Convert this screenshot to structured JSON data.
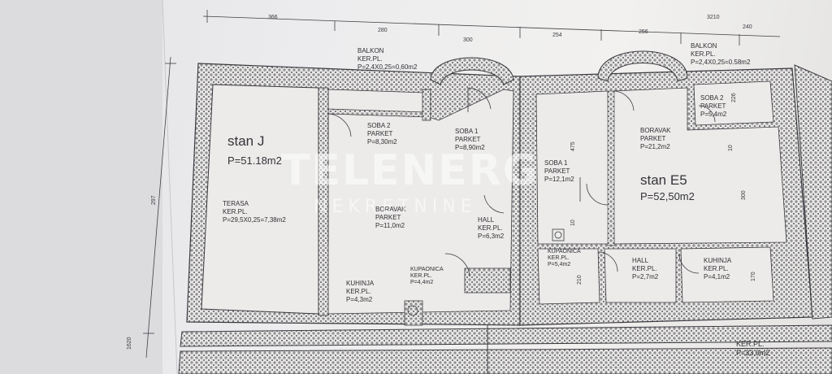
{
  "watermark": {
    "brand": "TELENERG",
    "sub": "NEKRETNINE"
  },
  "dimensions_top": [
    "366",
    "280",
    "300",
    "254",
    "256",
    "3210",
    "240"
  ],
  "dimensions_side": [
    "297",
    "1620"
  ],
  "dimensions_inner": [
    "475",
    "10",
    "210",
    "10",
    "300",
    "170",
    "226"
  ],
  "apartment_j": {
    "name": "stan J",
    "area": "P=51.18m2",
    "rooms": [
      {
        "id": "balkon",
        "lines": [
          "BALKON",
          "KER.PL.",
          "P=2,4X0,25=0,60m2"
        ]
      },
      {
        "id": "soba2",
        "lines": [
          "SOBA 2",
          "PARKET",
          "P=8,30m2"
        ]
      },
      {
        "id": "soba1",
        "lines": [
          "SOBA 1",
          "PARKET",
          "P=8,90m2"
        ]
      },
      {
        "id": "terasa",
        "lines": [
          "TERASA",
          "KER.PL.",
          "P=29,5X0,25=7,38m2"
        ]
      },
      {
        "id": "boravak",
        "lines": [
          "BORAVAK",
          "PARKET",
          "P=11,0m2"
        ]
      },
      {
        "id": "hall",
        "lines": [
          "HALL",
          "KER.PL.",
          "P=6,3m2"
        ]
      },
      {
        "id": "kupaonica",
        "lines": [
          "KUPAONICA",
          "KER.PL.",
          "P=4,4m2"
        ]
      },
      {
        "id": "kuhinja",
        "lines": [
          "KUHINJA",
          "KER.PL.",
          "P=4,3m2"
        ]
      }
    ]
  },
  "apartment_e5": {
    "name": "stan   E5",
    "area": "P=52,50m2",
    "rooms": [
      {
        "id": "balkon",
        "lines": [
          "BALKON",
          "KER.PL.",
          "P=2,4X0,25=0.58m2"
        ]
      },
      {
        "id": "soba2",
        "lines": [
          "SOBA 2",
          "PARKET",
          "P=5,4m2"
        ]
      },
      {
        "id": "boravak",
        "lines": [
          "BORAVAK",
          "PARKET",
          "P=21,2m2"
        ]
      },
      {
        "id": "soba1",
        "lines": [
          "SOBA 1",
          "PARKET",
          "P=12,1m2"
        ]
      },
      {
        "id": "kupaonica",
        "lines": [
          "KUPAONICA",
          "KER.PL.",
          "P=5,4m2"
        ]
      },
      {
        "id": "hall",
        "lines": [
          "HALL",
          "KER.PL.",
          "P=2,7m2"
        ]
      },
      {
        "id": "kuhinja",
        "lines": [
          "KUHINJA",
          "KER.PL.",
          "P=4,1m2"
        ]
      }
    ]
  },
  "corridor": {
    "lines": [
      "KER.PL.",
      "P=33,0m2"
    ]
  }
}
